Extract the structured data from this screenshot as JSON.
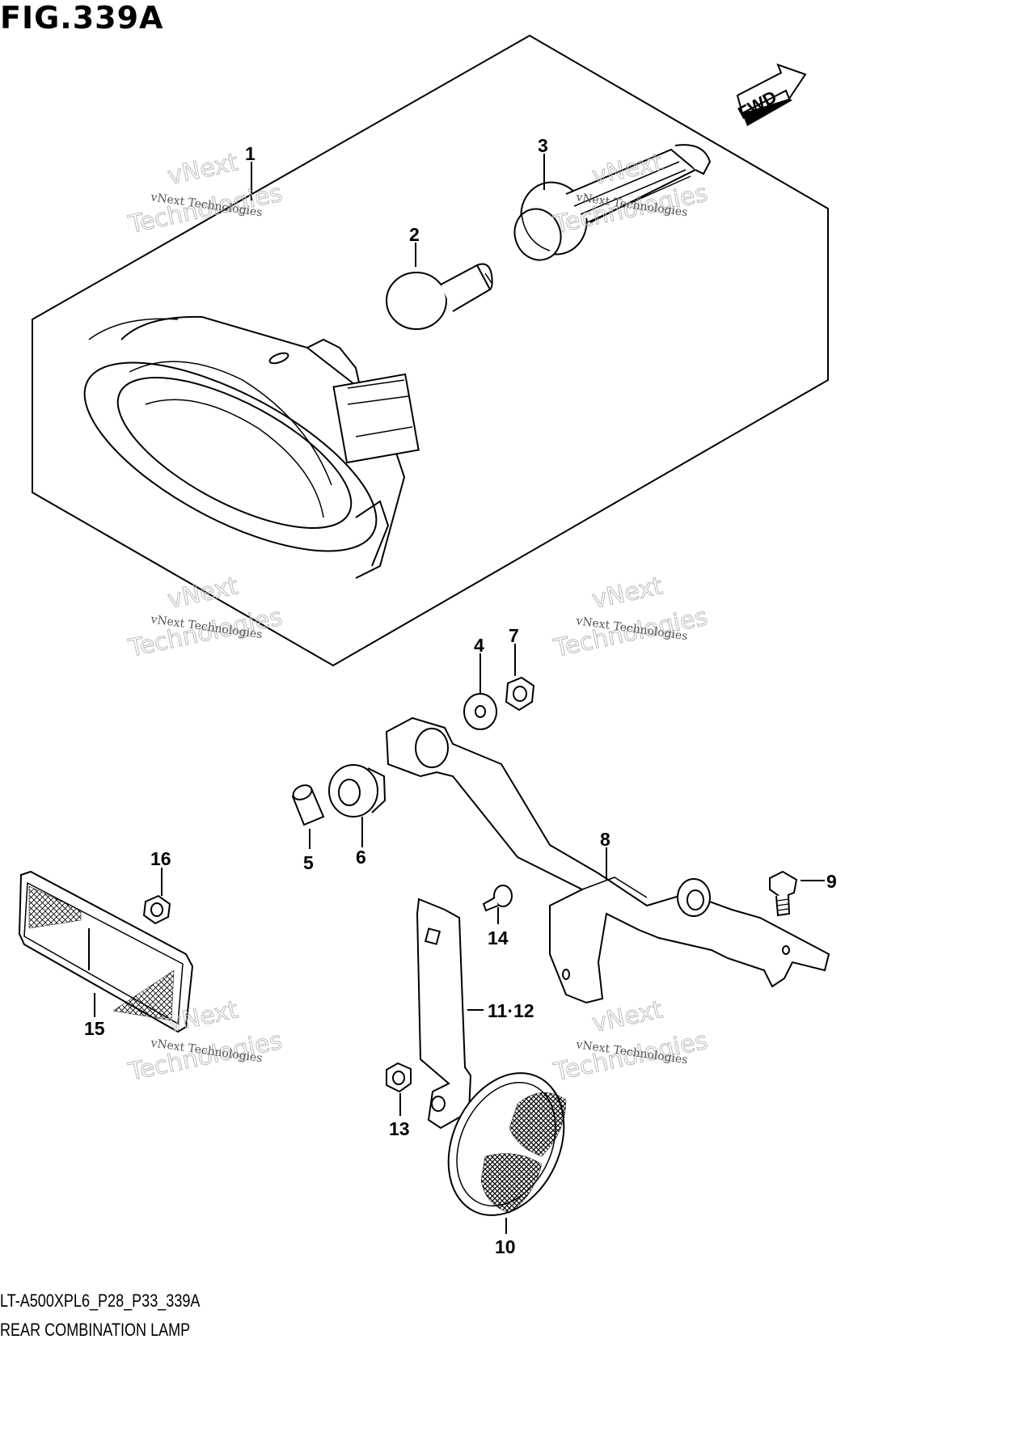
{
  "figure": {
    "title": "FIG.339A",
    "code": "LT-A500XPL6_P28_P33_339A",
    "name": "REAR COMBINATION LAMP"
  },
  "fwd_label": "FWD",
  "watermark": {
    "line1": "vNext",
    "line2": "Technologies",
    "caption": "vNext Technologies"
  },
  "callouts": {
    "p1": "1",
    "p2": "2",
    "p3": "3",
    "p4": "4",
    "p5": "5",
    "p6": "6",
    "p7": "7",
    "p8": "8",
    "p9": "9",
    "p10": "10",
    "p11_12": "11·12",
    "p13": "13",
    "p14": "14",
    "p15": "15",
    "p16": "16"
  }
}
